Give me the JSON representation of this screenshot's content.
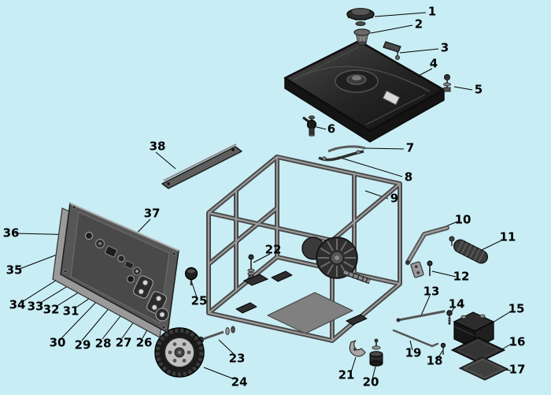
{
  "colors": {
    "background": "#c9edf4",
    "ink": "#000000"
  },
  "callouts": [
    {
      "label": "1"
    },
    {
      "label": "2"
    },
    {
      "label": "3"
    },
    {
      "label": "4"
    },
    {
      "label": "5"
    },
    {
      "label": "6"
    },
    {
      "label": "7"
    },
    {
      "label": "8"
    },
    {
      "label": "9"
    },
    {
      "label": "10"
    },
    {
      "label": "11"
    },
    {
      "label": "12"
    },
    {
      "label": "13"
    },
    {
      "label": "14"
    },
    {
      "label": "15"
    },
    {
      "label": "16"
    },
    {
      "label": "17"
    },
    {
      "label": "18"
    },
    {
      "label": "19"
    },
    {
      "label": "20"
    },
    {
      "label": "21"
    },
    {
      "label": "22"
    },
    {
      "label": "23"
    },
    {
      "label": "24"
    },
    {
      "label": "25"
    },
    {
      "label": "26"
    },
    {
      "label": "27"
    },
    {
      "label": "28"
    },
    {
      "label": "29"
    },
    {
      "label": "30"
    },
    {
      "label": "31"
    },
    {
      "label": "32"
    },
    {
      "label": "33"
    },
    {
      "label": "34"
    },
    {
      "label": "35"
    },
    {
      "label": "36"
    },
    {
      "label": "37"
    },
    {
      "label": "38"
    }
  ]
}
